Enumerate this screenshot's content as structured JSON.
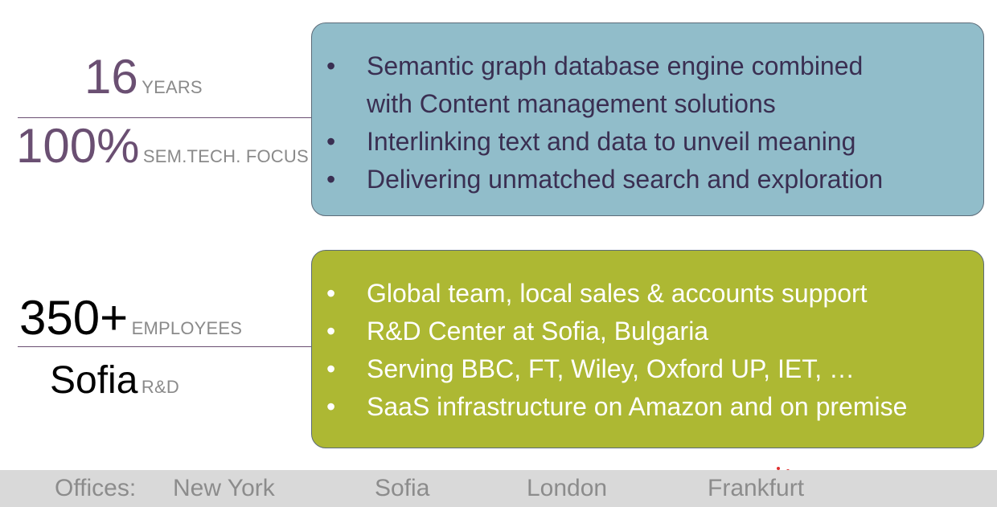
{
  "stats": {
    "years_value": "16",
    "years_label": "YEARS",
    "focus_value": "100%",
    "focus_label": "SEM.TECH. FOCUS",
    "employees_value": "350+",
    "employees_label": "EMPLOYEES",
    "location_value": "Sofia",
    "location_label": "R&D"
  },
  "technology_box": {
    "bullets": [
      {
        "line1": "Semantic graph database engine combined",
        "line2": "with Content management solutions"
      },
      {
        "line1": "Interlinking text and data to unveil meaning"
      },
      {
        "line1": "Delivering unmatched search and exploration"
      }
    ]
  },
  "company_box": {
    "bullets": [
      "Global team, local sales & accounts support",
      "R&D Center at Sofia, Bulgaria",
      "Serving BBC, FT, Wiley, Oxford UP, IET, …",
      "SaaS infrastructure on Amazon and on premise"
    ]
  },
  "footer": {
    "label": "Offices:",
    "offices": [
      "New York",
      "Sofia",
      "London",
      "Frankfurt"
    ]
  },
  "colors": {
    "purple_text": "#6a4f72",
    "blue_box": "#91bdca",
    "green_box": "#adb833",
    "footer_bg": "#d9d9d9"
  },
  "bullet_glyph": "•"
}
